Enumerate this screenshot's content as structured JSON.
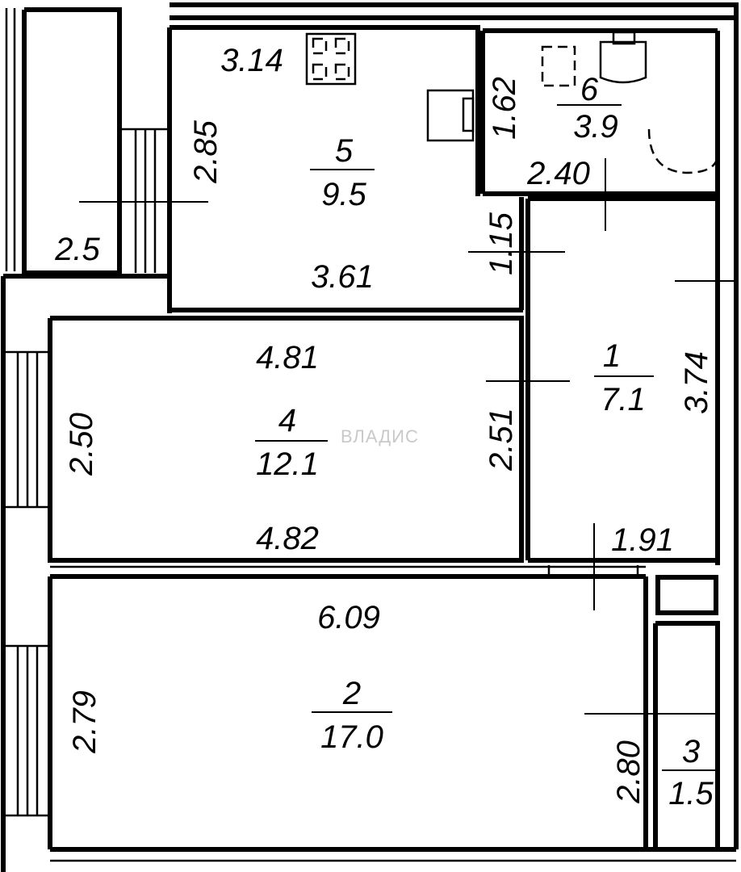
{
  "watermark": "ВЛАДИС",
  "rooms": [
    {
      "number": "1",
      "area": "7.1"
    },
    {
      "number": "2",
      "area": "17.0"
    },
    {
      "number": "3",
      "area": "1.5"
    },
    {
      "number": "4",
      "area": "12.1"
    },
    {
      "number": "5",
      "area": "9.5"
    },
    {
      "number": "6",
      "area": "3.9"
    }
  ],
  "dimensions": {
    "balcony_width": "2.5",
    "kitchen_top": "3.14",
    "kitchen_side": "2.85",
    "kitchen_bottom": "3.61",
    "kitchen_passage": "1.15",
    "bath_side": "1.62",
    "bath_bottom": "2.40",
    "room4_top": "4.81",
    "room4_left": "2.50",
    "room4_right": "2.51",
    "room4_bottom": "4.82",
    "hall_side": "3.74",
    "hall_bottom": "1.91",
    "room2_top": "6.09",
    "room2_left": "2.79",
    "room2_right": "2.80"
  }
}
